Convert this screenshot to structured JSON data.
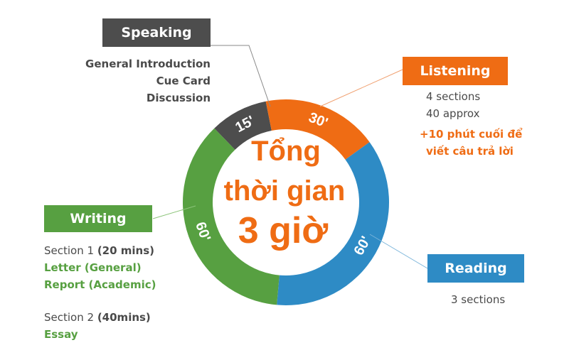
{
  "center": {
    "line1": "Tổng",
    "line2": "thời gian",
    "line3": "3 giờ"
  },
  "colors": {
    "speaking": "#4d4d4d",
    "listening": "#ef6c14",
    "reading": "#2e8bc5",
    "writing": "#57a041",
    "center_text": "#ef6c14",
    "body_text": "#4a4a4a"
  },
  "chart_data": {
    "type": "pie",
    "categories": [
      "Speaking",
      "Listening",
      "Reading",
      "Writing"
    ],
    "values": [
      15,
      30,
      60,
      60
    ],
    "data_labels": [
      "15'",
      "30'",
      "60'",
      "60'"
    ]
  },
  "speaking": {
    "label": "Speaking",
    "details": [
      "General Introduction",
      "Cue Card",
      "Discussion"
    ]
  },
  "listening": {
    "label": "Listening",
    "details": [
      "4 sections",
      "40 approx"
    ],
    "note": [
      "+10 phút cuối để",
      "viết câu trả lời"
    ]
  },
  "reading": {
    "label": "Reading",
    "details": [
      "3 sections"
    ]
  },
  "writing": {
    "label": "Writing",
    "section1": {
      "name": "Section 1",
      "duration": "(20 mins)",
      "items": [
        "Letter (General)",
        "Report (Academic)"
      ]
    },
    "section2": {
      "name": "Section 2",
      "duration": "(40mins)",
      "items": [
        "Essay"
      ]
    }
  }
}
